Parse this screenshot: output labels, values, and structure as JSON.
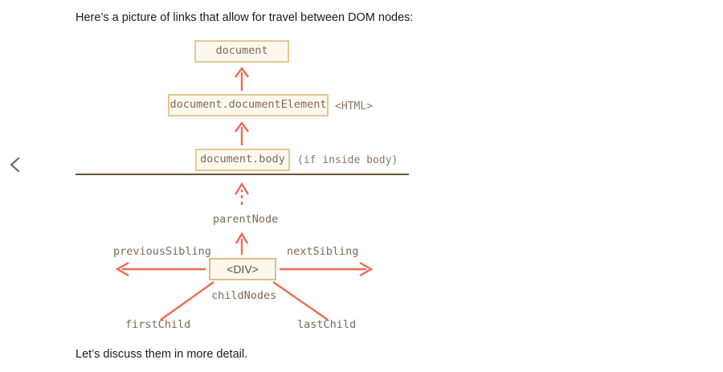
{
  "page": {
    "intro_text": "Here’s a picture of links that allow for travel between DOM nodes:",
    "outro_text": "Let’s discuss them in more detail."
  },
  "nav": {
    "prev_icon": "chevron-left-icon"
  },
  "diagram": {
    "title": "DOM node traversal links",
    "nodes": [
      {
        "id": "document",
        "label": "document"
      },
      {
        "id": "documentElement",
        "label": "document.documentElement",
        "note": "<HTML>"
      },
      {
        "id": "body",
        "label": "document.body",
        "note": "(if inside body)"
      },
      {
        "id": "div",
        "label": "<DIV>"
      }
    ],
    "relations": [
      {
        "id": "parentNode",
        "label": "parentNode"
      },
      {
        "id": "previousSibling",
        "label": "previousSibling"
      },
      {
        "id": "nextSibling",
        "label": "nextSibling"
      },
      {
        "id": "childNodes",
        "label": "childNodes"
      },
      {
        "id": "firstChild",
        "label": "firstChild"
      },
      {
        "id": "lastChild",
        "label": "lastChild"
      }
    ],
    "colors": {
      "arrow": "#ef6a52",
      "box_border": "#e3c893",
      "box_fill": "#fdf8ee",
      "box_text": "#7d6a56",
      "divider": "#6b553c",
      "prose_text": "#1a1a1a"
    }
  }
}
